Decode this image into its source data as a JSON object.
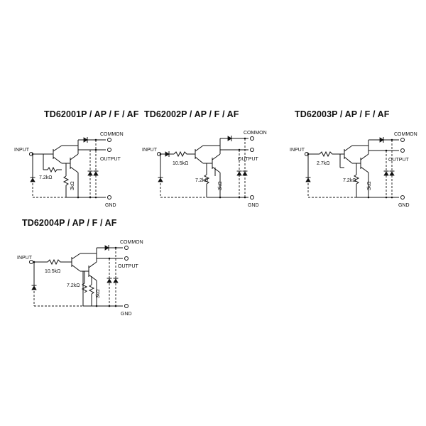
{
  "diagrams": [
    {
      "title": "TD62001P / AP / F / AF",
      "labels": {
        "input": "INPUT",
        "common": "COMMON",
        "output": "OUTPUT",
        "gnd": "GND",
        "r_base": "",
        "r_be": "7.2kΩ",
        "r_e": "3kΩ"
      }
    },
    {
      "title": "TD62002P / AP / F / AF",
      "labels": {
        "input": "INPUT",
        "common": "COMMON",
        "output": "OUTPUT",
        "gnd": "GND",
        "r_base": "10.5kΩ",
        "r_be": "7.2kΩ",
        "r_e": "3kΩ"
      }
    },
    {
      "title": "TD62003P / AP / F / AF",
      "labels": {
        "input": "INPUT",
        "common": "COMMON",
        "output": "OUTPUT",
        "gnd": "GND",
        "r_base": "2.7kΩ",
        "r_be": "7.2kΩ",
        "r_e": "3kΩ"
      }
    },
    {
      "title": "TD62004P / AP / F / AF",
      "labels": {
        "input": "INPUT",
        "common": "COMMON",
        "output": "OUTPUT",
        "gnd": "GND",
        "r_base": "10.5kΩ",
        "r_be": "7.2kΩ",
        "r_e": "3kΩ"
      }
    }
  ]
}
